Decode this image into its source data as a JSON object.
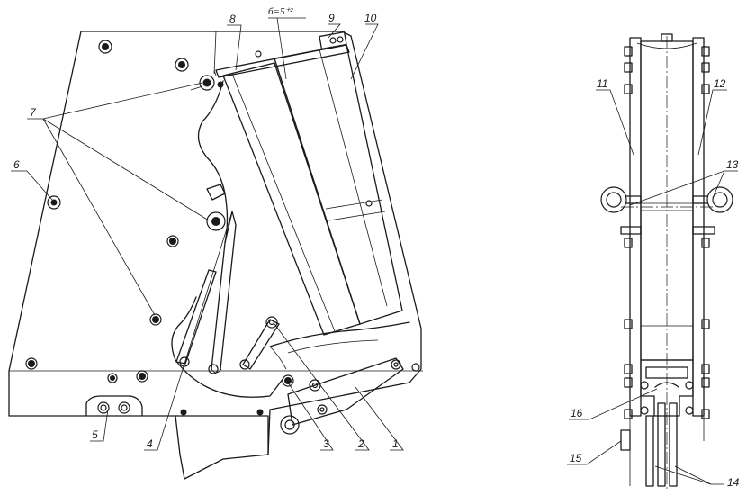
{
  "callouts": {
    "c1": "1",
    "c2": "2",
    "c3": "3",
    "c4": "4",
    "c5": "5",
    "c6": "6",
    "c7": "7",
    "c8": "8",
    "c9": "9",
    "c10": "10",
    "c11": "11",
    "c12": "12",
    "c13": "13",
    "c14": "14",
    "c15": "15",
    "c16": "16"
  },
  "dimension": "б=5⁺²"
}
